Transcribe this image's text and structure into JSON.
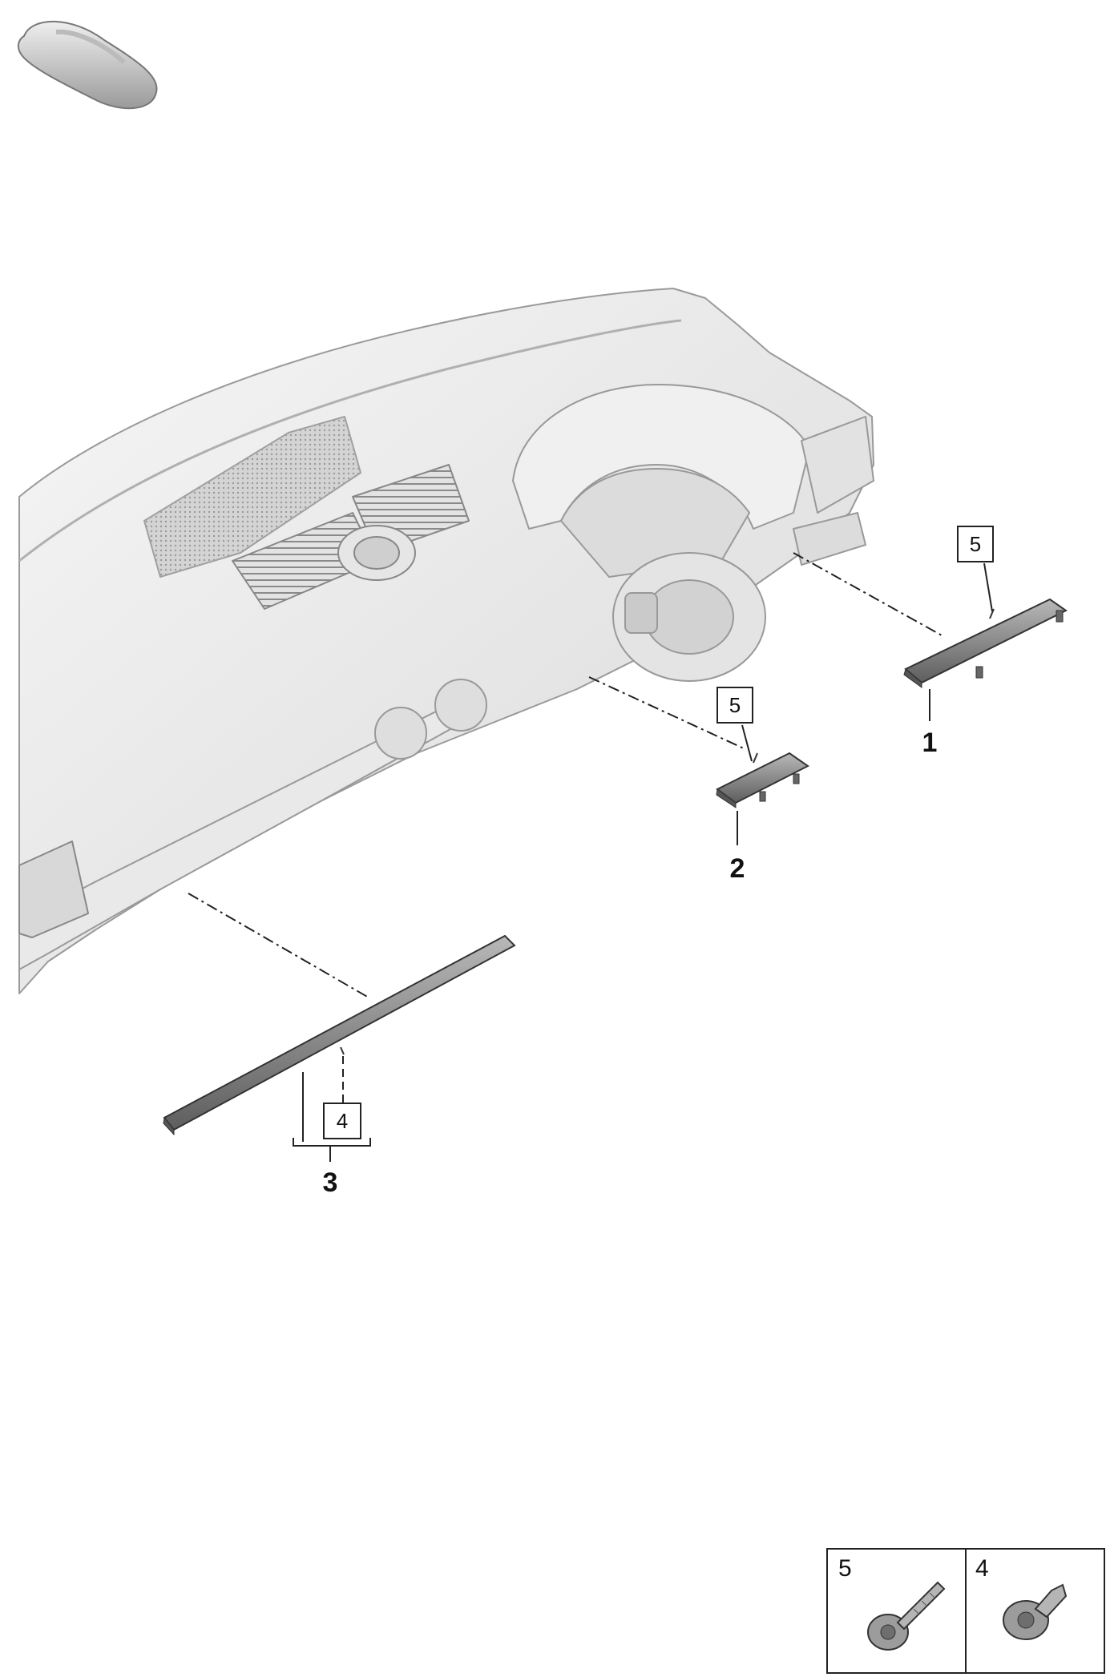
{
  "diagram": {
    "callouts": [
      {
        "id": "1",
        "label": "1"
      },
      {
        "id": "2",
        "label": "2"
      },
      {
        "id": "3",
        "label": "3"
      }
    ],
    "boxed_refs": [
      {
        "id": "ref-5-right",
        "label": "5"
      },
      {
        "id": "ref-5-center",
        "label": "5"
      },
      {
        "id": "ref-4-left",
        "label": "4"
      }
    ],
    "legend": {
      "cells": [
        {
          "id": "legend-5",
          "label": "5",
          "part": "screw-icon"
        },
        {
          "id": "legend-4",
          "label": "4",
          "part": "clip-icon"
        }
      ]
    },
    "overview_icon": "car-silhouette-icon"
  }
}
